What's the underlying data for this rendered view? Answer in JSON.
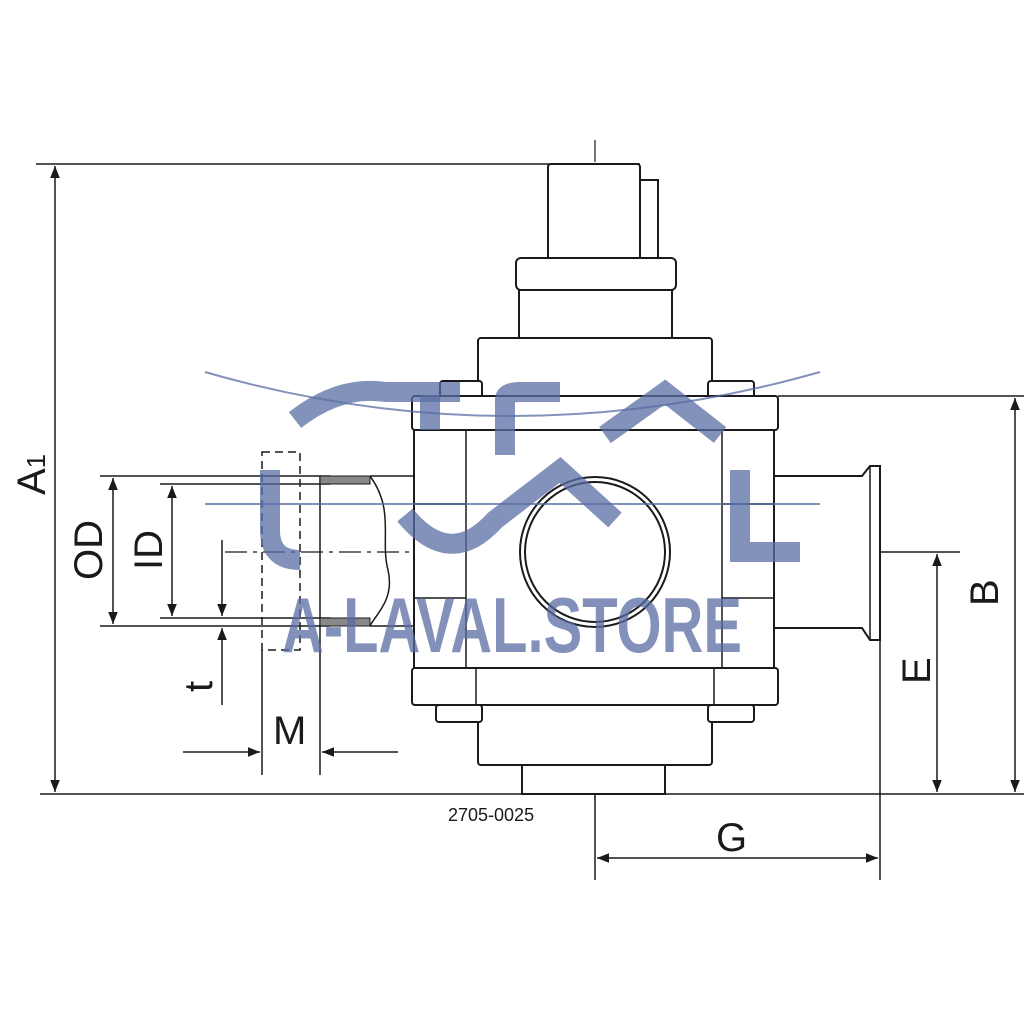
{
  "drawing": {
    "code": "2705-0025",
    "dimensions": {
      "a1": "A",
      "a1_sub": "1",
      "od": "OD",
      "id": "ID",
      "t": "t",
      "m": "M",
      "b": "B",
      "e": "E",
      "g": "G"
    },
    "watermark": "A-LAVAL.STORE",
    "colors": {
      "line": "#1a1a1a",
      "watermark": "#5a6da3"
    }
  }
}
